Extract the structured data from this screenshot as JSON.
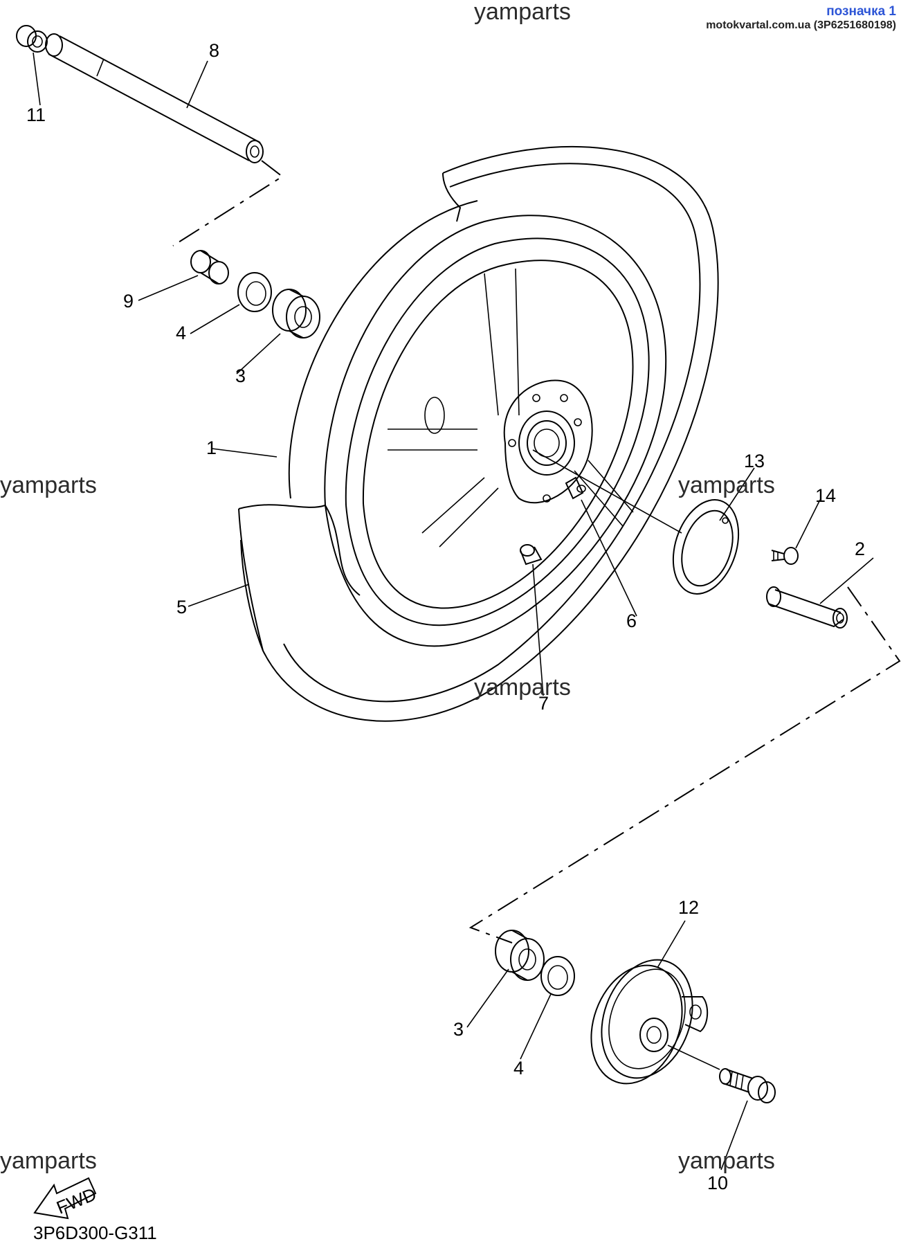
{
  "header": {
    "title": "позначка 1",
    "subtitle": "motokvartal.com.ua (3P6251680198)"
  },
  "watermarks": [
    "yamparts",
    "yamparts",
    "yamparts",
    "yamparts",
    "yamparts",
    "yamparts"
  ],
  "callouts": [
    "1",
    "2",
    "3",
    "4",
    "5",
    "6",
    "7",
    "8",
    "9",
    "10",
    "11",
    "12",
    "13",
    "14",
    "3",
    "4"
  ],
  "fwd_label": "FWD",
  "diagram_code": "3P6D300-G311",
  "colors": {
    "line": "#000000",
    "header_title": "#2d55d6",
    "background": "#ffffff"
  }
}
